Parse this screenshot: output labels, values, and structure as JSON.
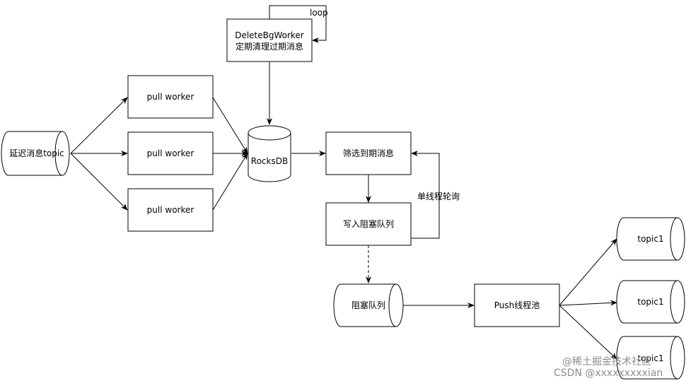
{
  "nodes": {
    "delay_topic": "延迟消息topic",
    "pull_worker_1": "pull worker",
    "pull_worker_2": "pull worker",
    "pull_worker_3": "pull worker",
    "delete_worker_line1": "DeleteBgWorker",
    "delete_worker_line2": "定期清理过期消息",
    "rocksdb": "RocksDB",
    "filter": "筛选到期消息",
    "write_queue": "写入阻塞队列",
    "blocking_queue": "阻塞队列",
    "push_pool": "Push线程池",
    "topic_out_1": "topic1",
    "topic_out_2": "topic1",
    "topic_out_3": "topic1"
  },
  "edge_labels": {
    "loop": "loop",
    "single_thread_poll": "单线程轮询"
  },
  "watermarks": {
    "juejin": "@稀土掘金技术社区",
    "csdn": "CSDN @xxxxxxxxxian"
  }
}
